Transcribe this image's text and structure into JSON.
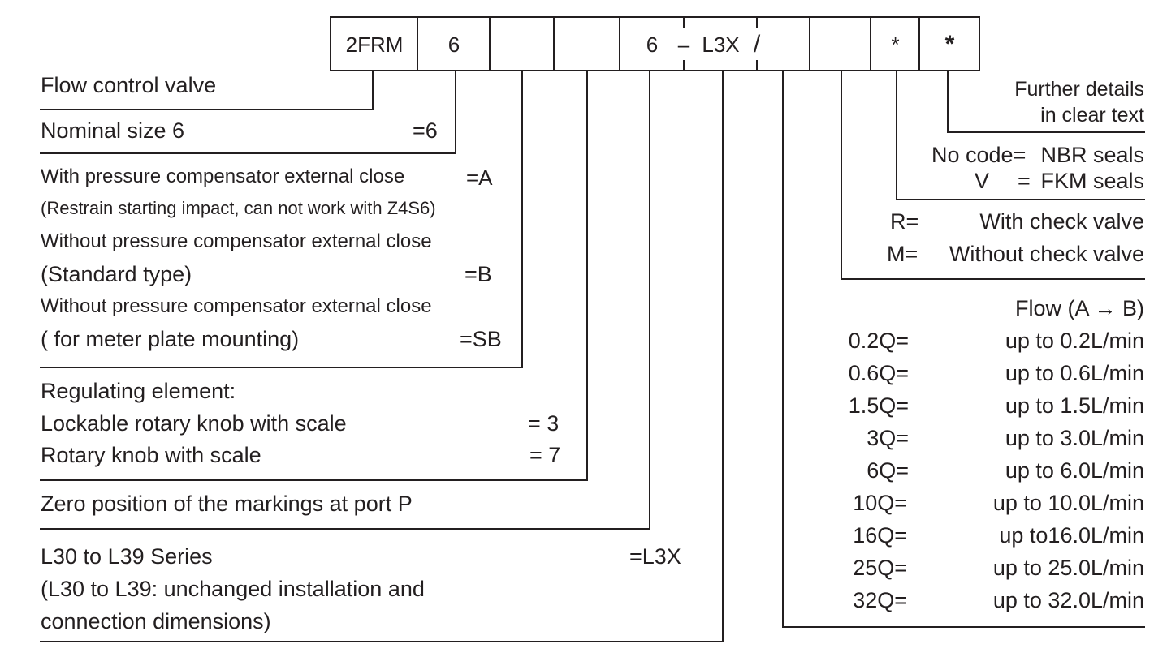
{
  "header": {
    "fields": [
      "2FRM",
      "6",
      "",
      "",
      "6",
      "L3X",
      "",
      "",
      "*"
    ],
    "dash": "–",
    "slash": "/"
  },
  "left": {
    "flow_control_valve": "Flow control valve",
    "nominal_size": {
      "label": "Nominal size 6",
      "code": "=6"
    },
    "compensator": [
      {
        "label": "With pressure compensator external close",
        "code": "=A"
      },
      {
        "label": "(Restrain  starting impact, can not work with Z4S6)",
        "code": ""
      },
      {
        "label": "Without pressure compensator external close",
        "code": ""
      },
      {
        "label": "(Standard type)",
        "code": "=B"
      },
      {
        "label": "Without pressure compensator external close",
        "code": ""
      },
      {
        "label": "( for meter plate mounting)",
        "code": "=SB"
      }
    ],
    "regulating": {
      "title": "Regulating element:",
      "items": [
        {
          "label": "Lockable rotary knob with scale",
          "code": "= 3"
        },
        {
          "label": "Rotary knob with scale",
          "code": "= 7"
        }
      ]
    },
    "zero_position": "Zero position of the markings at port P",
    "series": {
      "line1": "L30 to L39 Series",
      "code": "=L3X",
      "line2": "(L30 to L39: unchanged installation and",
      "line3": "connection dimensions)"
    }
  },
  "right": {
    "further": [
      "Further details",
      "in clear text"
    ],
    "seals": [
      {
        "code": "No code=",
        "label": "NBR seals"
      },
      {
        "code": "V     =",
        "label": "FKM seals"
      }
    ],
    "check": [
      {
        "code": "R=",
        "label": "With check valve"
      },
      {
        "code": "M=",
        "label": "Without check valve"
      }
    ],
    "flow": {
      "title": "Flow  (A → B)",
      "rows": [
        {
          "code": "0.2Q=",
          "label": "up to 0.2L/min"
        },
        {
          "code": "0.6Q=",
          "label": "up to 0.6L/min"
        },
        {
          "code": "1.5Q=",
          "label": "up to 1.5L/min"
        },
        {
          "code": "3Q=",
          "label": "up to 3.0L/min"
        },
        {
          "code": "6Q=",
          "label": "up to 6.0L/min"
        },
        {
          "code": "10Q=",
          "label": "up to 10.0L/min"
        },
        {
          "code": "16Q=",
          "label": "up to16.0L/min"
        },
        {
          "code": "25Q=",
          "label": "up to 25.0L/min"
        },
        {
          "code": "32Q=",
          "label": "up to 32.0L/min"
        }
      ]
    }
  }
}
